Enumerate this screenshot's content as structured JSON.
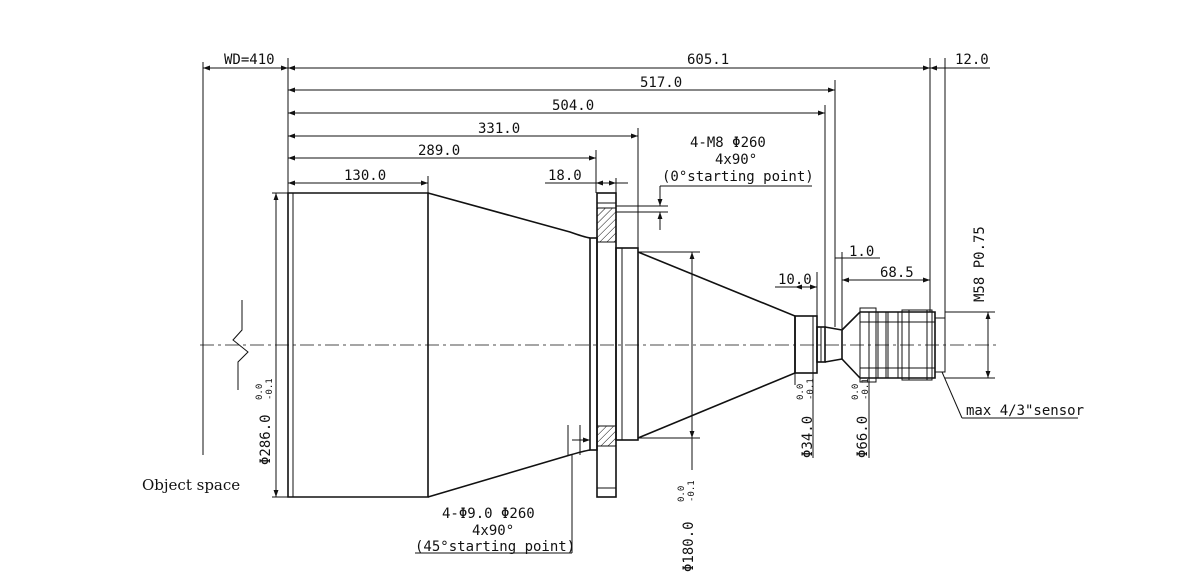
{
  "dimensions": {
    "wd": "WD=410",
    "overall": "605.1",
    "back": "12.0",
    "d517": "517.0",
    "d504": "504.0",
    "d331": "331.0",
    "d289": "289.0",
    "d130": "130.0",
    "d18": "18.0",
    "d10": "10.0",
    "d1": "1.0",
    "d68": "68.5"
  },
  "diameters": {
    "d286": "Φ286.0",
    "d180": "Φ180.0",
    "d34": "Φ34.0",
    "d66": "Φ66.0",
    "tol_upper": "0.0",
    "tol_lower": "-0.1"
  },
  "notes": {
    "m8_line1": "4-M8  Φ260",
    "m8_line2": "4x90°",
    "m8_line3": "(0°starting point)",
    "hole_line1": "4-Φ9.0  Φ260",
    "hole_line2": "4x90°",
    "hole_line3": "(45°starting point)",
    "thread": "M58 P0.75",
    "sensor": "max 4/3\"sensor",
    "object_space": "Object space"
  }
}
